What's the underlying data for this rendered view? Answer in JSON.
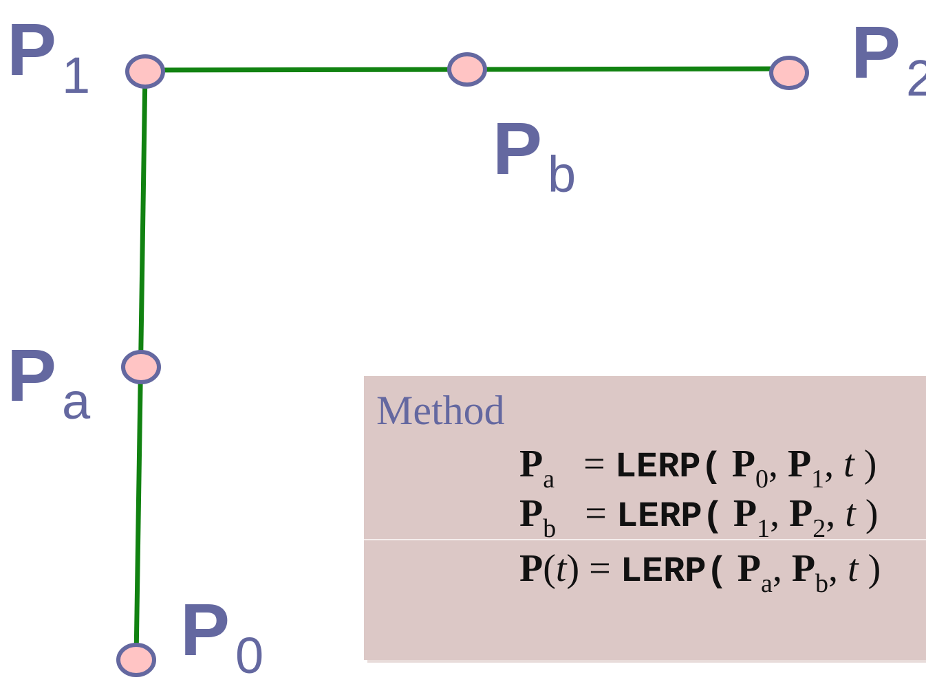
{
  "points": {
    "P1": {
      "base": "P",
      "sub": "1"
    },
    "P2": {
      "base": "P",
      "sub": "2"
    },
    "Pb": {
      "base": "P",
      "sub": "b"
    },
    "Pa": {
      "base": "P",
      "sub": "a"
    },
    "P0": {
      "base": "P",
      "sub": "0"
    }
  },
  "method": {
    "title": "Method",
    "eq1": {
      "lhs": "P",
      "lhs_sub": "a",
      "equals": "=",
      "func": "LERP(",
      "arg1": "P",
      "arg1_sub": "0",
      "sep1": ",",
      "arg2": "P",
      "arg2_sub": "1",
      "sep2": ",",
      "t": "t",
      "close": ")"
    },
    "eq2": {
      "lhs": "P",
      "lhs_sub": "b",
      "equals": "=",
      "func": "LERP(",
      "arg1": "P",
      "arg1_sub": "1",
      "sep1": ",",
      "arg2": "P",
      "arg2_sub": "2",
      "sep2": ",",
      "t": "t",
      "close": ")"
    },
    "eq3": {
      "lhs": "P",
      "lhs_open": "(",
      "lhs_t": "t",
      "lhs_close": ")",
      "equals": "=",
      "func": "LERP(",
      "arg1": "P",
      "arg1_sub": "a",
      "sep1": ",",
      "arg2": "P",
      "arg2_sub": "b",
      "sep2": ",",
      "t": "t",
      "close": ")"
    }
  },
  "colors": {
    "label": "#6468a0",
    "line": "#118211",
    "point_fill": "#ffc4c4",
    "point_stroke": "#6468a0",
    "box_fill": "#dcc8c6"
  }
}
